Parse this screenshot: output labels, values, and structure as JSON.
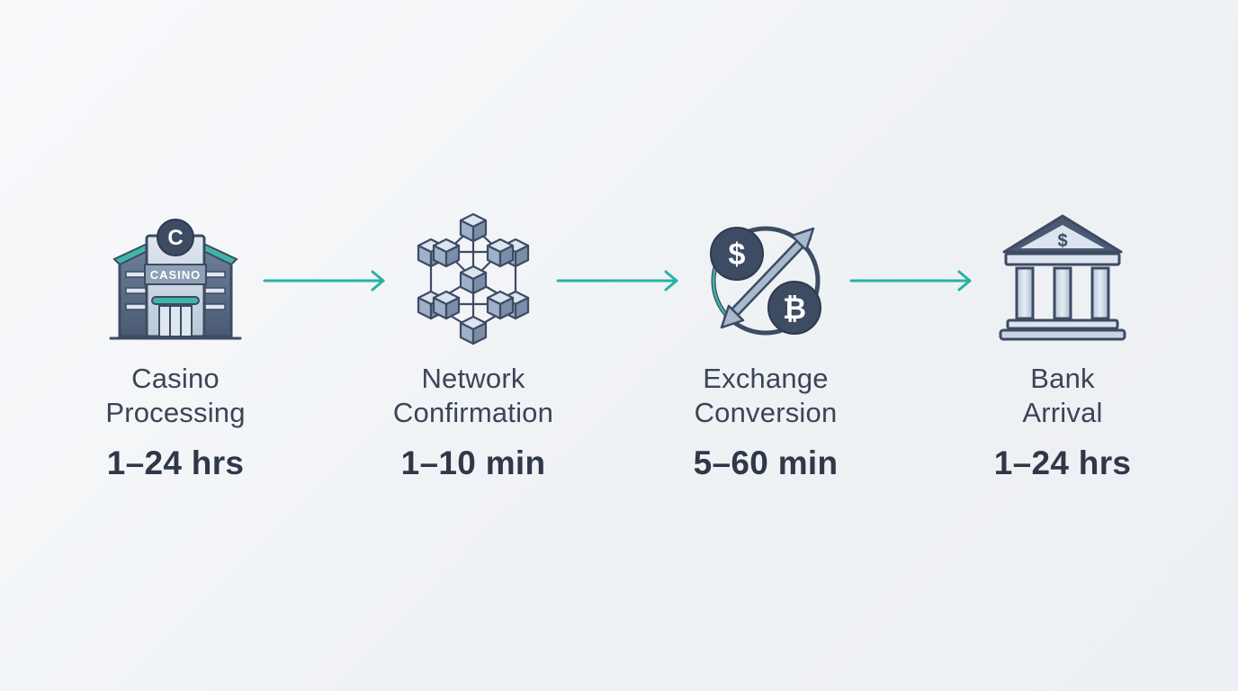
{
  "colors": {
    "accent": "#27b3a2",
    "icon_dark": "#3d4b63",
    "icon_light": "#cdd8e6",
    "text": "#3a4556"
  },
  "steps": [
    {
      "icon": "casino-building-icon",
      "icon_text": "CASINO",
      "label_line1": "Casino",
      "label_line2": "Processing",
      "time": "1–24 hrs"
    },
    {
      "icon": "blockchain-network-icon",
      "label_line1": "Network",
      "label_line2": "Confirmation",
      "time": "1–10 min"
    },
    {
      "icon": "currency-exchange-icon",
      "label_line1": "Exchange",
      "label_line2": "Conversion",
      "time": "5–60 min"
    },
    {
      "icon": "bank-icon",
      "label_line1": "Bank",
      "label_line2": "Arrival",
      "time": "1–24 hrs"
    }
  ]
}
